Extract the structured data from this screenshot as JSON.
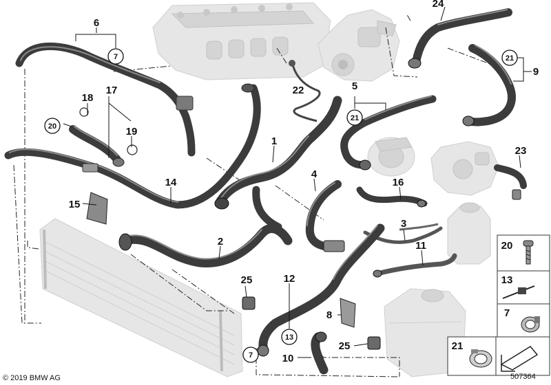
{
  "copyright": "© 2019 BMW AG",
  "diagram_number": "507364",
  "part_labels": {
    "p1": "1",
    "p2": "2",
    "p3": "3",
    "p4": "4",
    "p5": "5",
    "p6": "6",
    "p8": "8",
    "p9": "9",
    "p10": "10",
    "p11": "11",
    "p12": "12",
    "p14": "14",
    "p15": "15",
    "p16": "16",
    "p17": "17",
    "p18": "18",
    "p19": "19",
    "p22": "22",
    "p23": "23",
    "p24": "24",
    "p25a": "25",
    "p25b": "25"
  },
  "circled_labels": {
    "c7top": "7",
    "c21top": "21",
    "c20": "20",
    "c21mid": "21",
    "c13": "13",
    "c7bot": "7"
  },
  "legend": {
    "item20": "20",
    "item13": "13",
    "item7": "7",
    "item21": "21"
  }
}
